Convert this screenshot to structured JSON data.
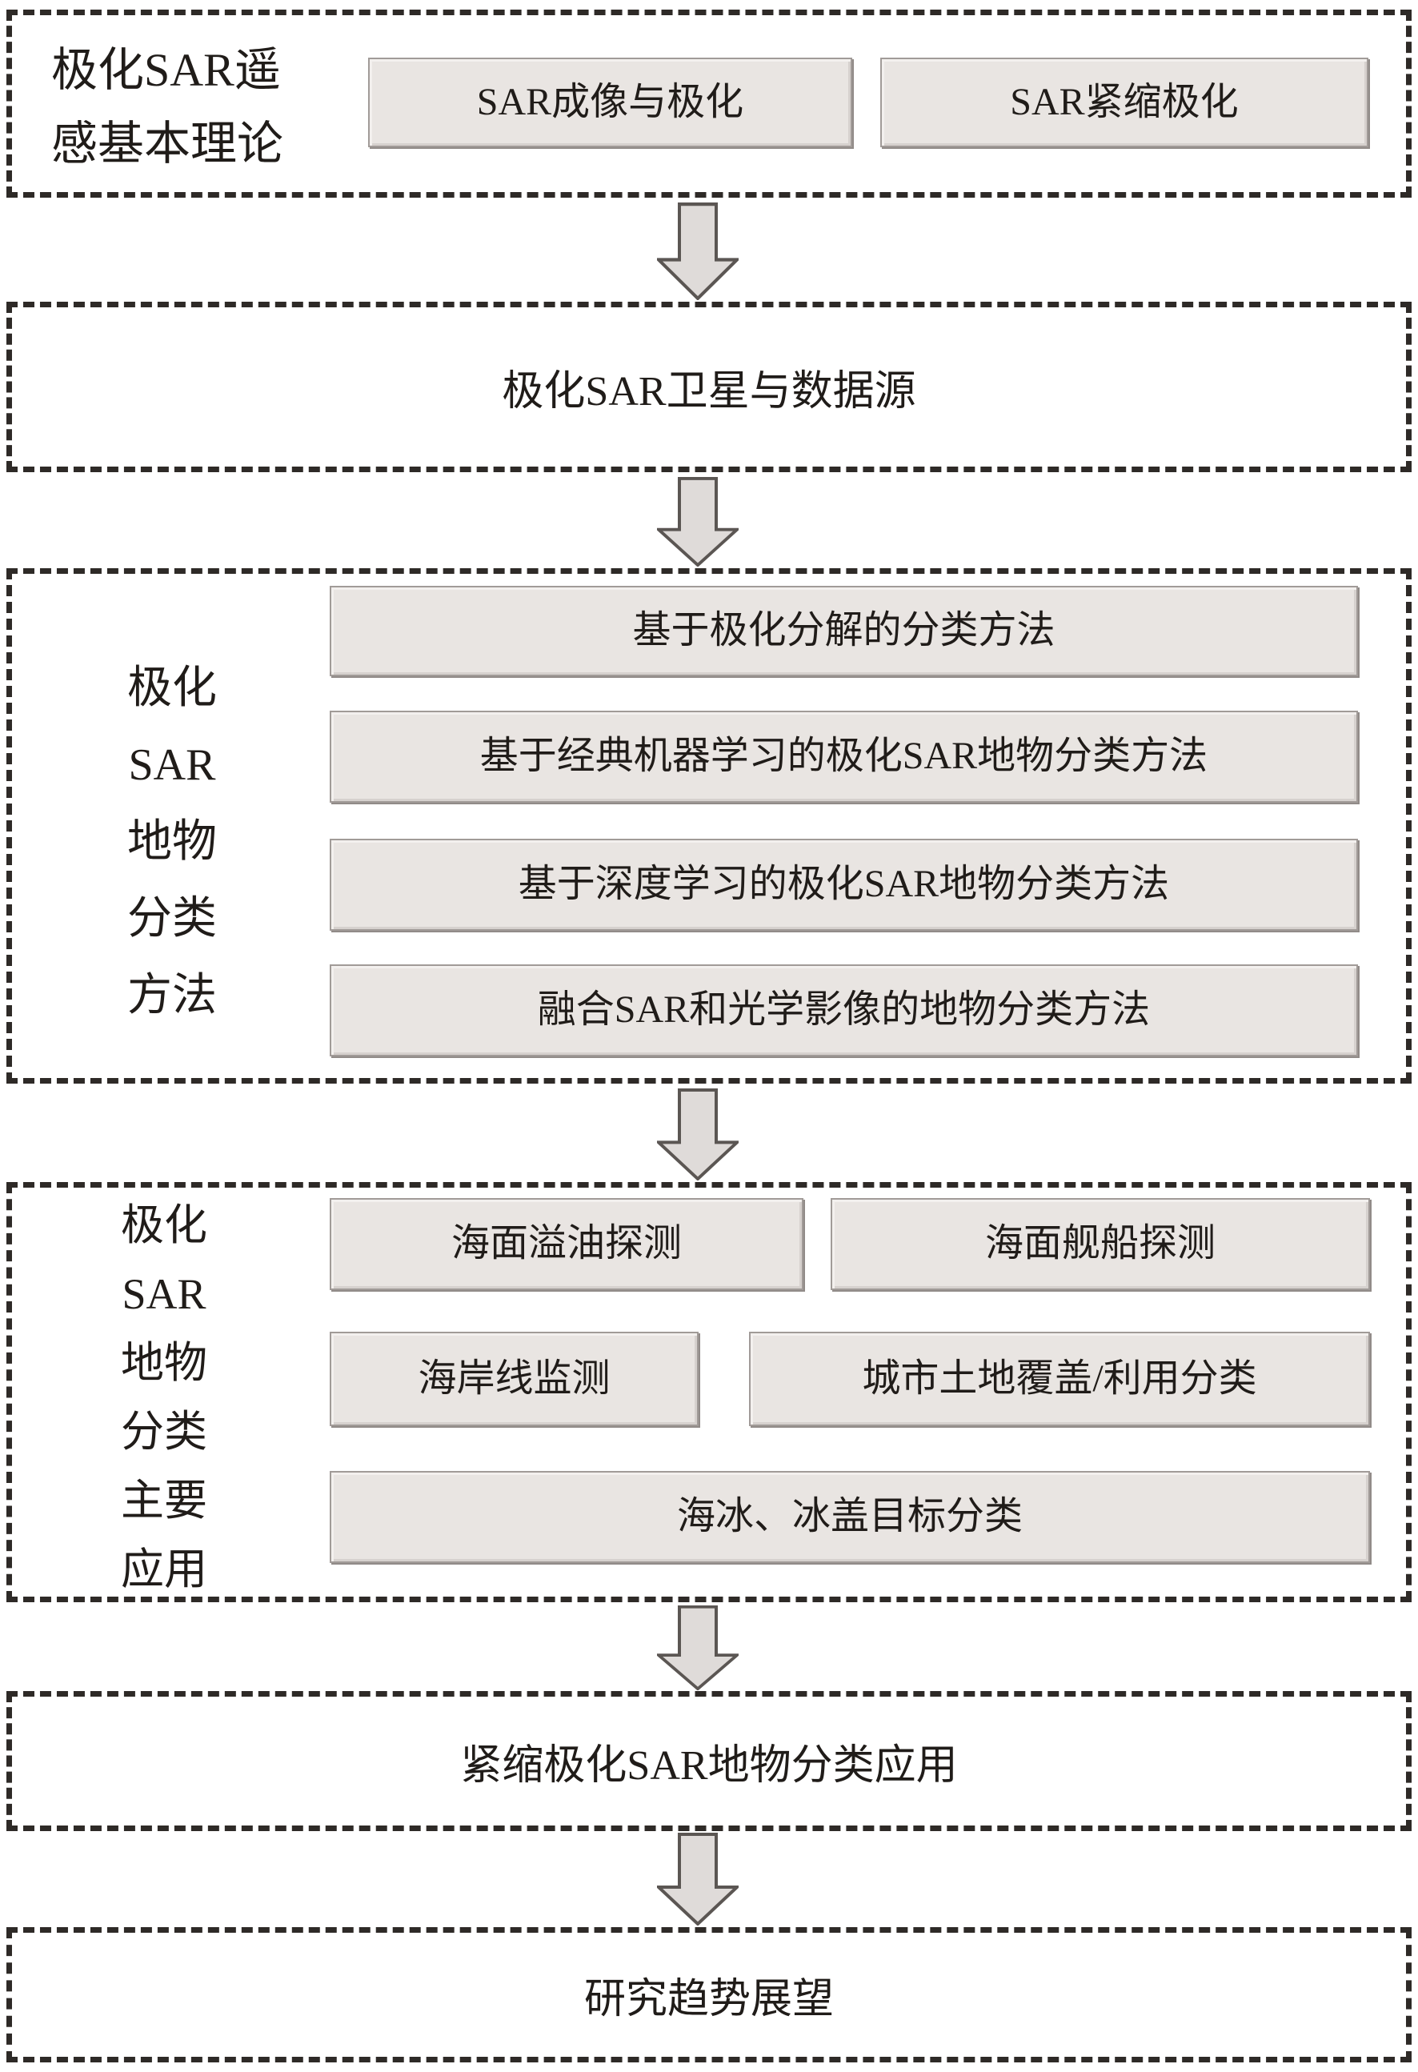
{
  "colors": {
    "background": "#ffffff",
    "dashed_border": "#2e2a27",
    "box_fill": "#e9e5e2",
    "box_border": "#a19b98",
    "arrow_fill": "#dfdbd9",
    "arrow_stroke": "#5b5653",
    "text": "#201c19"
  },
  "sections": [
    {
      "name": "polsar-basic-theory",
      "label_lines": [
        "极化SAR遥",
        "感基本理论"
      ],
      "boxes": [
        "SAR成像与极化",
        "SAR紧缩极化"
      ]
    },
    {
      "name": "polsar-satellites-data-sources",
      "text": "极化SAR卫星与数据源"
    },
    {
      "name": "polsar-classification-methods",
      "label_lines": [
        "极化",
        "SAR",
        "地物",
        "分类",
        "方法"
      ],
      "boxes": [
        "基于极化分解的分类方法",
        "基于经典机器学习的极化SAR地物分类方法",
        "基于深度学习的极化SAR地物分类方法",
        "融合SAR和光学影像的地物分类方法"
      ]
    },
    {
      "name": "polsar-main-applications",
      "label_lines": [
        "极化",
        "SAR",
        "地物",
        "分类",
        "主要",
        "应用"
      ],
      "boxes": [
        "海面溢油探测",
        "海面舰船探测",
        "海岸线监测",
        "城市土地覆盖/利用分类",
        "海冰、冰盖目标分类"
      ]
    },
    {
      "name": "compact-polsar-application",
      "text": "紧缩极化SAR地物分类应用"
    },
    {
      "name": "research-outlook",
      "text": "研究趋势展望"
    }
  ],
  "arrows": {
    "count": 5,
    "icon": "down-arrow-icon",
    "direction": "down"
  }
}
